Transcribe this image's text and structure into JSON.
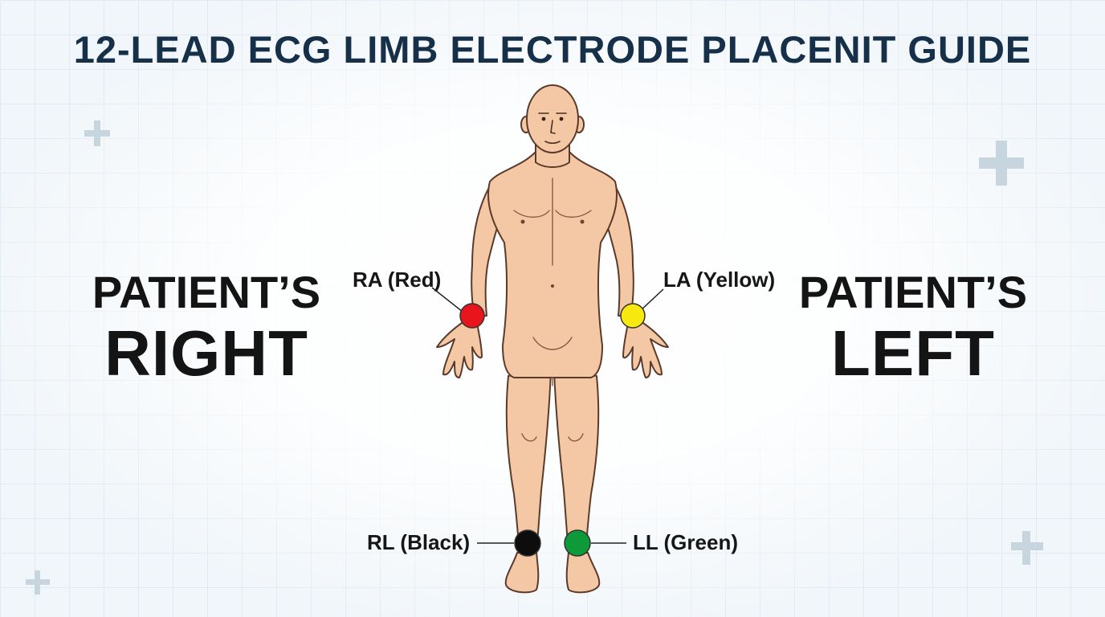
{
  "title": "12-LEAD ECG LIMB ELECTRODE PLACENIT GUIDE",
  "sides": {
    "right": {
      "line1": "PATIENT’S",
      "line2": "RIGHT"
    },
    "left": {
      "line1": "PATIENT’S",
      "line2": "LEFT"
    }
  },
  "electrodes": {
    "ra": {
      "label": "RA (Red)",
      "color": "#e8161c"
    },
    "la": {
      "label": "LA (Yellow)",
      "color": "#f7e80f"
    },
    "rl": {
      "label": "RL (Black)",
      "color": "#0d0d0d"
    },
    "ll": {
      "label": "LL (Green)",
      "color": "#0f9a3a"
    }
  },
  "icons": [
    "plus-icon"
  ]
}
